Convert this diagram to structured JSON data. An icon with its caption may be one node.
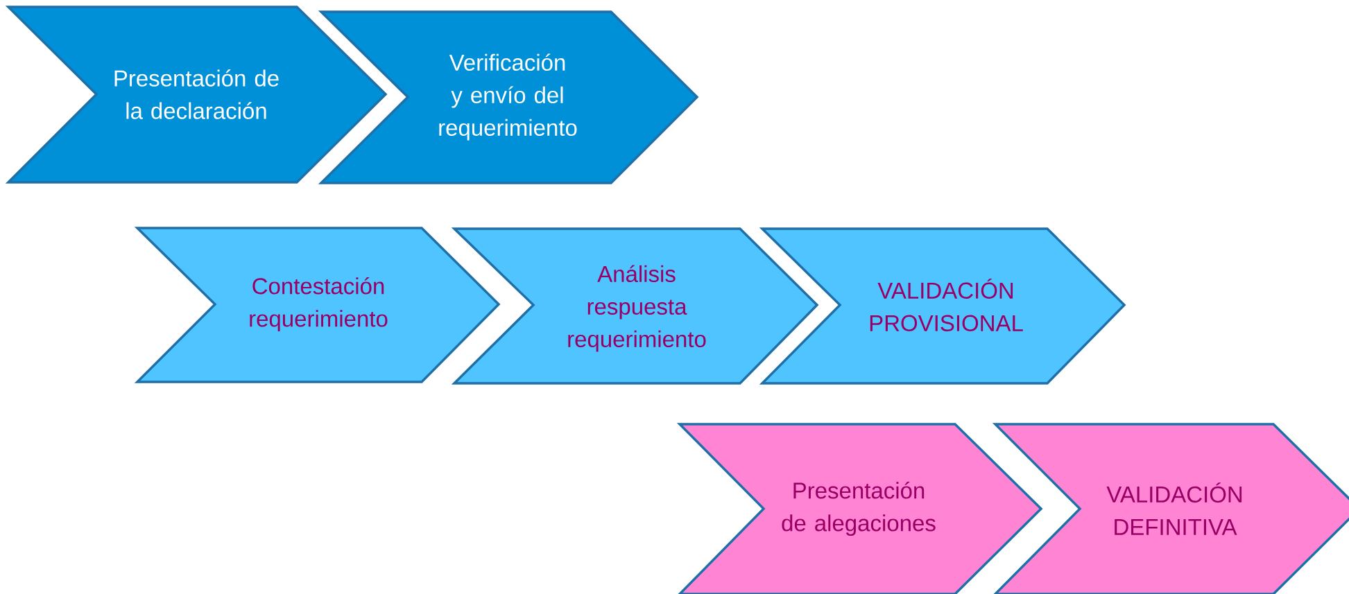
{
  "diagram": {
    "nodes": [
      {
        "text": [
          "Presentación de la declaración"
        ]
      },
      {
        "text": [
          "Verificación y envío del requerimiento"
        ]
      },
      {
        "text": [
          "Contestación requerimiento"
        ]
      },
      {
        "text": [
          "Análisis respuesta requerimiento"
        ]
      },
      {
        "text": [
          "VALIDACIÓN PROVISIONAL"
        ]
      },
      {
        "text": [
          "Presentación de alegaciones"
        ]
      },
      {
        "text": [
          "VALIDACIÓN DEFINITIVA"
        ]
      }
    ]
  }
}
